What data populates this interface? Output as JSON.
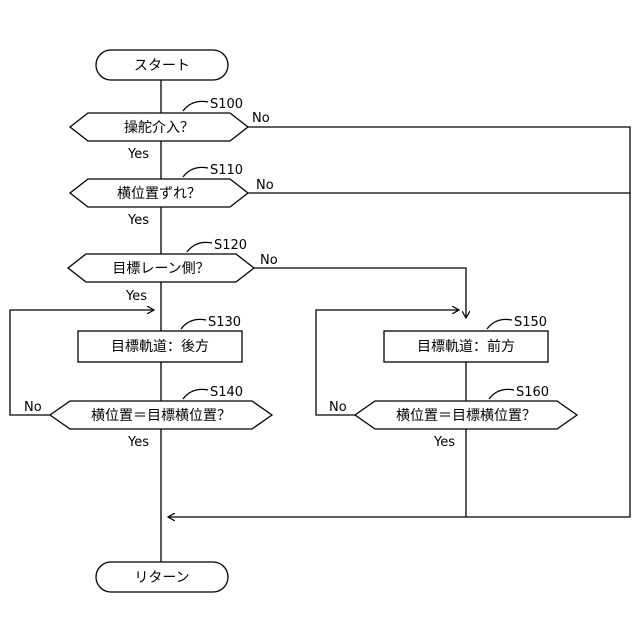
{
  "start": "スタート",
  "end": "リターン",
  "steps": {
    "s100": {
      "id": "S100",
      "text": "操舵介入？"
    },
    "s110": {
      "id": "S110",
      "text": "横位置ずれ？"
    },
    "s120": {
      "id": "S120",
      "text": "目標レーン側？"
    },
    "s130": {
      "id": "S130",
      "text": "目標軌道：後方"
    },
    "s140": {
      "id": "S140",
      "text": "横位置＝目標横位置？"
    },
    "s150": {
      "id": "S150",
      "text": "目標軌道：前方"
    },
    "s160": {
      "id": "S160",
      "text": "横位置＝目標横位置？"
    }
  },
  "labels": {
    "yes": "Yes",
    "no": "No"
  }
}
